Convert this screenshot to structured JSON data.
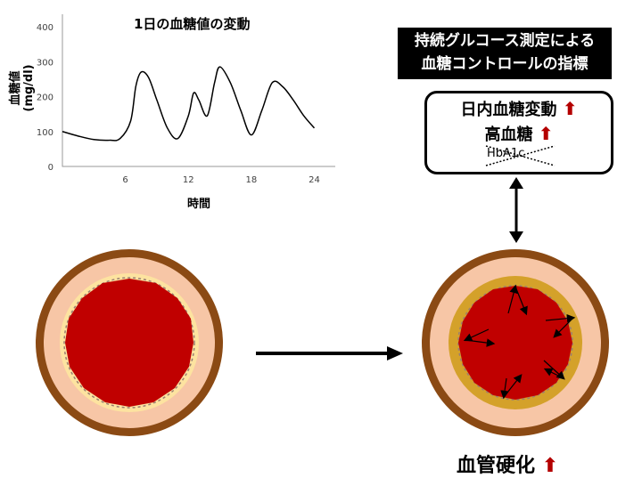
{
  "chart_data": {
    "type": "line",
    "title": "1日の血糖値の変動",
    "xlabel": "時間",
    "ylabel": "血糖値 (mg/dl)",
    "xlim": [
      0,
      26
    ],
    "ylim": [
      0,
      400
    ],
    "xticks": [
      6,
      12,
      18,
      24
    ],
    "yticks": [
      0,
      100,
      200,
      300,
      400
    ],
    "series": [
      {
        "x": [
          0,
          1.5,
          3,
          4.5,
          5.5,
          6.5,
          7,
          7.5,
          8.2,
          9,
          10,
          11,
          12,
          12.5,
          13,
          13.8,
          14.5,
          15,
          16,
          17,
          18,
          19,
          20,
          21,
          22,
          23,
          24
        ],
        "y": [
          100,
          87,
          77,
          75,
          80,
          130,
          230,
          270,
          255,
          190,
          110,
          80,
          145,
          210,
          190,
          145,
          240,
          285,
          240,
          160,
          90,
          160,
          240,
          228,
          190,
          145,
          110
        ]
      }
    ]
  },
  "panel": {
    "title_line1": "持続グルコース測定による",
    "title_line2": "血糖コントロールの指標",
    "metric1": "日内血糖変動",
    "metric2": "高血糖",
    "metric3": "HbA1c",
    "up_arrow": "⬆"
  },
  "outcome": {
    "label": "血管硬化",
    "arrow": "⬆"
  },
  "colors": {
    "outer_wall": "#8b4a14",
    "adventitia": "#f7c6a6",
    "plaque_normal": "#fde3a0",
    "plaque_thick": "#d4a12a",
    "lumen": "#c00000",
    "arrow_red": "#b40000"
  }
}
